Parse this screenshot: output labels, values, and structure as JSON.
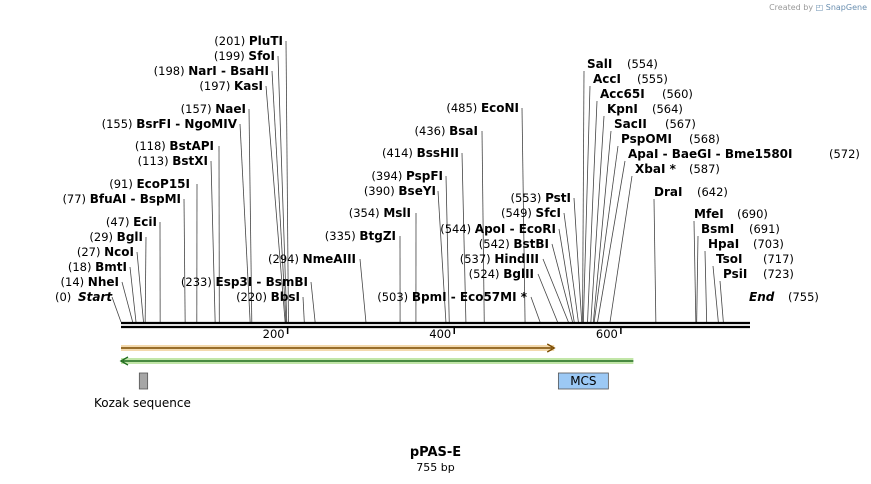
{
  "credit": {
    "text": "Created by",
    "brand": "SnapGene"
  },
  "title": "pPAS-E",
  "subtitle": "755 bp",
  "total_length": 755,
  "ticks": [
    {
      "pos": 200,
      "label": "200"
    },
    {
      "pos": 400,
      "label": "400"
    },
    {
      "pos": 600,
      "label": "600"
    }
  ],
  "left_label": {
    "pos_text": "(0)",
    "name": "Start"
  },
  "right_label": {
    "name": "End",
    "pos_text": "(755)"
  },
  "sites_left": [
    {
      "num": "(14)",
      "parts": [
        "NheI"
      ],
      "bp": 14
    },
    {
      "num": "(18)",
      "parts": [
        "BmtI"
      ],
      "bp": 18
    },
    {
      "num": "(27)",
      "parts": [
        "NcoI"
      ],
      "bp": 27
    },
    {
      "num": "(29)",
      "parts": [
        "BglI"
      ],
      "bp": 29
    },
    {
      "num": "(47)",
      "parts": [
        "EciI"
      ],
      "bp": 47
    },
    {
      "num": "(77)",
      "parts": [
        "BfuAI",
        "BspMI"
      ],
      "bp": 77
    },
    {
      "num": "(91)",
      "parts": [
        "EcoP15I"
      ],
      "bp": 91
    },
    {
      "num": "(113)",
      "parts": [
        "BstXI"
      ],
      "bp": 113
    },
    {
      "num": "(118)",
      "parts": [
        "BstAPI"
      ],
      "bp": 118
    },
    {
      "num": "(155)",
      "parts": [
        "BsrFI",
        "NgoMIV"
      ],
      "bp": 155
    },
    {
      "num": "(157)",
      "parts": [
        "NaeI"
      ],
      "bp": 157
    },
    {
      "num": "(197)",
      "parts": [
        "KasI"
      ],
      "bp": 197
    },
    {
      "num": "(198)",
      "parts": [
        "NarI",
        "BsaHI"
      ],
      "bp": 198
    },
    {
      "num": "(199)",
      "parts": [
        "SfoI"
      ],
      "bp": 199
    },
    {
      "num": "(201)",
      "parts": [
        "PluTI"
      ],
      "bp": 201
    }
  ],
  "sites_mid": [
    {
      "num": "(220)",
      "parts": [
        "BbsI"
      ],
      "bp": 220
    },
    {
      "num": "(233)",
      "parts": [
        "Esp3I",
        "BsmBI"
      ],
      "bp": 233
    },
    {
      "num": "(294)",
      "parts": [
        "NmeAIII"
      ],
      "bp": 294
    },
    {
      "num": "(335)",
      "parts": [
        "BtgZI"
      ],
      "bp": 335
    },
    {
      "num": "(354)",
      "parts": [
        "MslI"
      ],
      "bp": 354
    },
    {
      "num": "(390)",
      "parts": [
        "BseYI"
      ],
      "bp": 390
    },
    {
      "num": "(394)",
      "parts": [
        "PspFI"
      ],
      "bp": 394
    },
    {
      "num": "(414)",
      "parts": [
        "BssHII"
      ],
      "bp": 414
    },
    {
      "num": "(436)",
      "parts": [
        "BsaI"
      ],
      "bp": 436
    },
    {
      "num": "(485)",
      "parts": [
        "EcoNI"
      ],
      "bp": 485
    },
    {
      "num": "(503)",
      "parts": [
        "BpmI",
        "Eco57MI *"
      ],
      "bp": 503
    },
    {
      "num": "(524)",
      "parts": [
        "BglII"
      ],
      "bp": 524
    },
    {
      "num": "(537)",
      "parts": [
        "HindIII"
      ],
      "bp": 537
    },
    {
      "num": "(542)",
      "parts": [
        "BstBI"
      ],
      "bp": 542
    },
    {
      "num": "(544)",
      "parts": [
        "ApoI",
        "EcoRI"
      ],
      "bp": 544
    },
    {
      "num": "(549)",
      "parts": [
        "SfcI"
      ],
      "bp": 549
    },
    {
      "num": "(553)",
      "parts": [
        "PstI"
      ],
      "bp": 553
    }
  ],
  "sites_right": [
    {
      "parts": [
        "SalI"
      ],
      "num": "(554)",
      "bp": 554
    },
    {
      "parts": [
        "AccI"
      ],
      "num": "(555)",
      "bp": 555
    },
    {
      "parts": [
        "Acc65I"
      ],
      "num": "(560)",
      "bp": 560
    },
    {
      "parts": [
        "KpnI"
      ],
      "num": "(564)",
      "bp": 564
    },
    {
      "parts": [
        "SacII"
      ],
      "num": "(567)",
      "bp": 567
    },
    {
      "parts": [
        "PspOMI"
      ],
      "num": "(568)",
      "bp": 568
    },
    {
      "parts": [
        "ApaI",
        "BaeGI",
        "Bme1580I"
      ],
      "num": "(572)",
      "bp": 572
    },
    {
      "parts": [
        "XbaI *"
      ],
      "num": "(587)",
      "bp": 587
    },
    {
      "parts": [
        "DraI"
      ],
      "num": "(642)",
      "bp": 642
    },
    {
      "parts": [
        "MfeI"
      ],
      "num": "(690)",
      "bp": 690
    },
    {
      "parts": [
        "BsmI"
      ],
      "num": "(691)",
      "bp": 691
    },
    {
      "parts": [
        "HpaI"
      ],
      "num": "(703)",
      "bp": 703
    },
    {
      "parts": [
        "TsoI"
      ],
      "num": "(717)",
      "bp": 717
    },
    {
      "parts": [
        "PsiI"
      ],
      "num": "(723)",
      "bp": 723
    }
  ],
  "features": {
    "orange_arrow": {
      "start": 0,
      "end": 520,
      "direction": "forward",
      "color": "#e8a33a"
    },
    "green_arrow": {
      "start": 0,
      "end": 615,
      "direction": "reverse",
      "color": "#3aaa3a"
    },
    "kozak": {
      "label": "Kozak sequence",
      "start": 22,
      "end": 32,
      "color": "#a6a6a6"
    },
    "mcs": {
      "label": "MCS",
      "start": 525,
      "end": 585,
      "color": "#9cc9f5"
    }
  }
}
